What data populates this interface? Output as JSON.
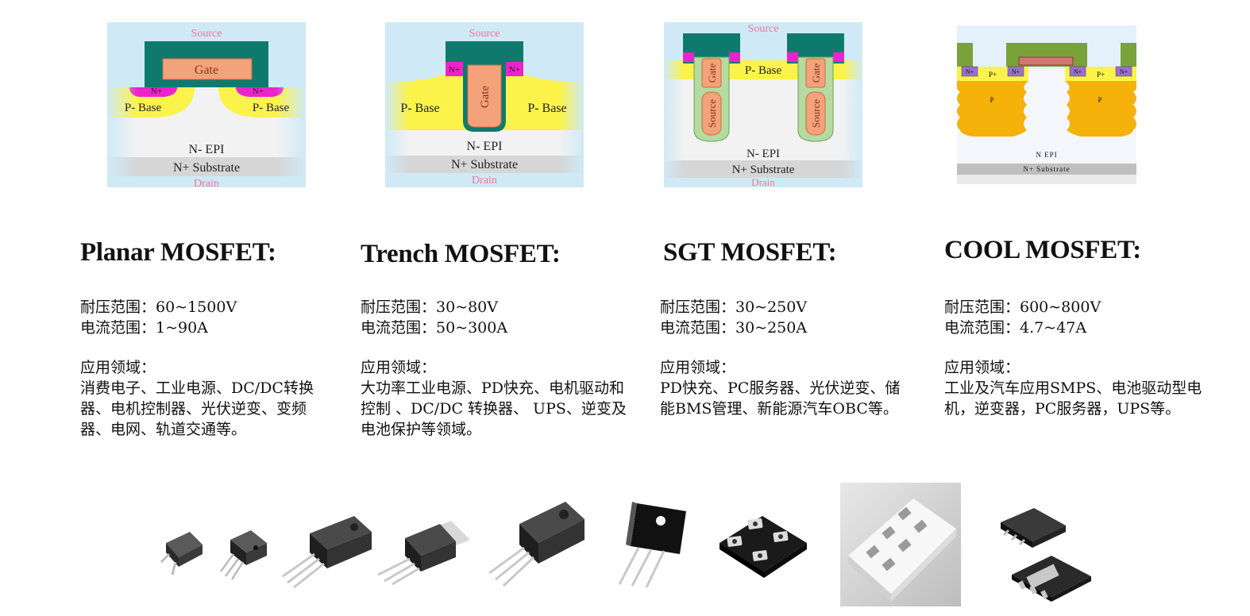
{
  "diagrams": {
    "planar": {
      "source": "Source",
      "gate": "Gate",
      "n_plus": "N+",
      "p_base": "P- Base",
      "n_epi": "N- EPI",
      "n_sub": "N+ Substrate",
      "drain": "Drain"
    },
    "trench": {
      "source": "Source",
      "gate": "Gate",
      "n_plus": "N+",
      "p_base": "P- Base",
      "n_epi": "N- EPI",
      "n_sub": "N+ Substrate",
      "drain": "Drain"
    },
    "sgt": {
      "source": "Source",
      "gate": "Gate",
      "shield": "Source",
      "p_base": "P- Base",
      "n_epi": "N- EPI",
      "n_sub": "N+ Substrate",
      "drain": "Drain"
    },
    "cool": {
      "n_plus": "N+",
      "p_plus": "P+",
      "p": "P",
      "n_epi": "N EPI",
      "n_sub": "N+ Substrate"
    }
  },
  "columns": [
    {
      "title": "Planar MOSFET:",
      "voltage": "耐压范围：60~1500V",
      "current": "电流范围：1~90A",
      "app_label": "应用领域：",
      "app_text": "消费电子、工业电源、DC/DC转换器、电机控制器、光伏逆变、变频器、电网、轨道交通等。"
    },
    {
      "title": "Trench MOSFET:",
      "voltage": "耐压范围：30~80V",
      "current": "电流范围：50~300A",
      "app_label": "应用领域：",
      "app_text": "大功率工业电源、PD快充、电机驱动和控制 、DC/DC 转换器、 UPS、逆变及电池保护等领域。"
    },
    {
      "title": "SGT MOSFET:",
      "voltage": "耐压范围：30~250V",
      "current": "电流范围：30~250A",
      "app_label": "应用领域：",
      "app_text": "PD快充、PC服务器、光伏逆变、储能BMS管理、新能源汽车OBC等。"
    },
    {
      "title": "COOL MOSFET:",
      "voltage": "耐压范围：600~800V",
      "current": "电流范围：4.7~47A",
      "app_label": "应用领域：",
      "app_text": "工业及汽车应用SMPS、电池驱动型电机，逆变器，PC服务器，UPS等。"
    }
  ],
  "colors": {
    "gate": "#f4a27a",
    "metal": "#0e7a6e",
    "n_plus": "#ee22cc",
    "p_base": "#fbf34a",
    "epi": "#f2f2f2",
    "substrate": "#d6d6d6",
    "bg_fade": "#cfeaf6",
    "cool_p": "#f6b10a",
    "cool_metal": "#7aa23a"
  }
}
